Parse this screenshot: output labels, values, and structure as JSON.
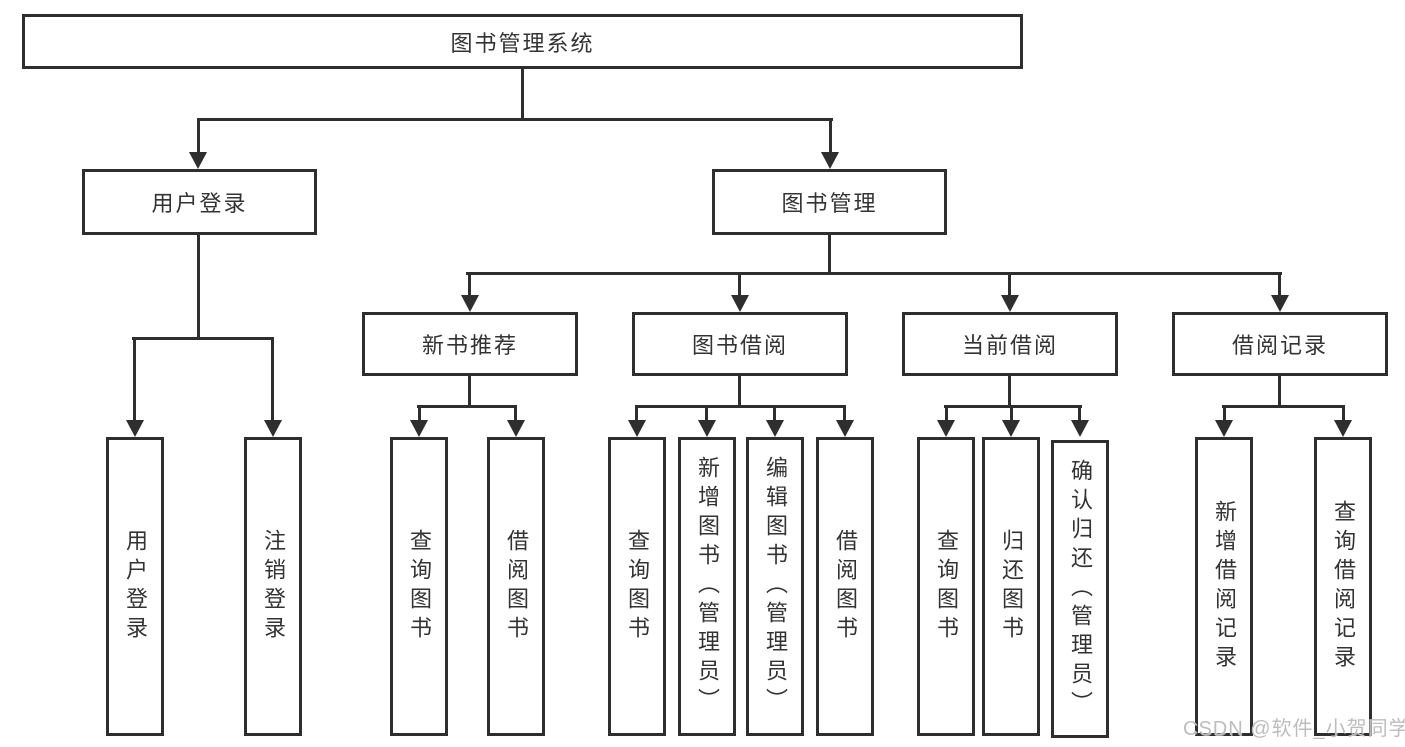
{
  "colors": {
    "line": "#2e2e2e",
    "box_border": "#2e2e2e",
    "text": "#333333",
    "background": "#ffffff",
    "watermark": "#bdbdbd"
  },
  "root": {
    "label": "图书管理系统"
  },
  "branches": [
    {
      "label": "用户登录",
      "leaves": [
        {
          "label": "用户登录"
        },
        {
          "label": "注销登录"
        }
      ]
    },
    {
      "label": "图书管理",
      "modules": [
        {
          "label": "新书推荐",
          "leaves": [
            {
              "label": "查询图书"
            },
            {
              "label": "借阅图书"
            }
          ]
        },
        {
          "label": "图书借阅",
          "leaves": [
            {
              "label": "查询图书"
            },
            {
              "label": "新增图书（管理员）"
            },
            {
              "label": "编辑图书（管理员）"
            },
            {
              "label": "借阅图书"
            }
          ]
        },
        {
          "label": "当前借阅",
          "leaves": [
            {
              "label": "查询图书"
            },
            {
              "label": "归还图书"
            },
            {
              "label": "确认归还（管理员）"
            }
          ]
        },
        {
          "label": "借阅记录",
          "leaves": [
            {
              "label": "新增借阅记录"
            },
            {
              "label": "查询借阅记录"
            }
          ]
        }
      ]
    }
  ],
  "watermark": {
    "text": "CSDN @软件_小贺同学"
  }
}
